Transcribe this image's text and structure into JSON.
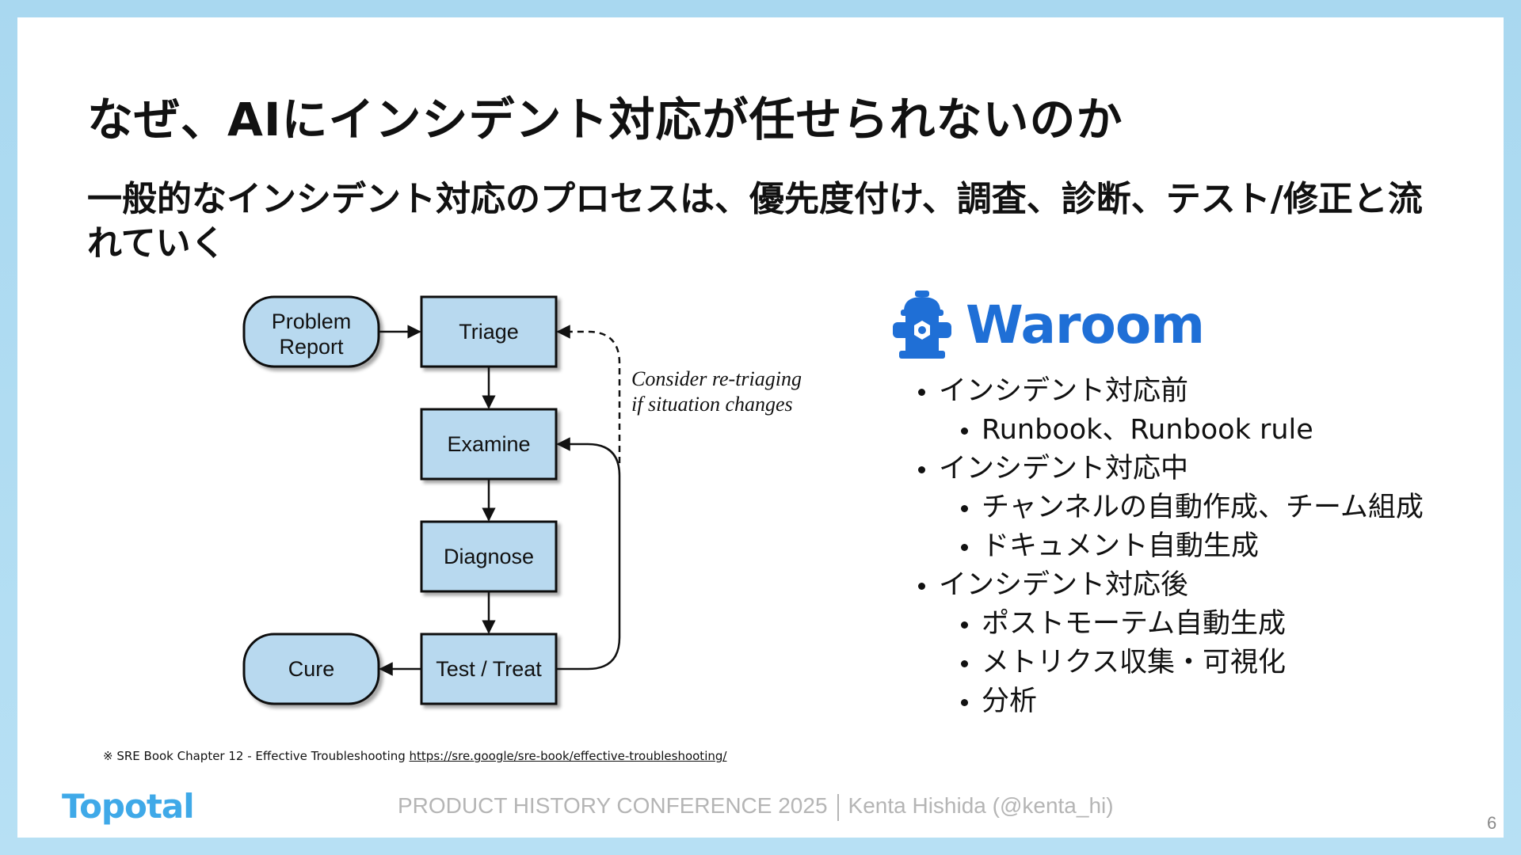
{
  "title": "なぜ、AIにインシデント対応が任せられないのか",
  "subtitle": "一般的なインシデント対応のプロセスは、優先度付け、調査、診断、テスト/修正と流れていく",
  "flowchart": {
    "problem_report_line1": "Problem",
    "problem_report_line2": "Report",
    "triage": "Triage",
    "examine": "Examine",
    "diagnose": "Diagnose",
    "test_treat": "Test / Treat",
    "cure": "Cure",
    "note_line1": "Consider re-triaging",
    "note_line2": "if situation changes"
  },
  "brand": {
    "name": "Waroom",
    "icon": "fire-hydrant-icon",
    "color": "#1f6fd6"
  },
  "features": [
    {
      "level": 1,
      "text": "インシデント対応前"
    },
    {
      "level": 2,
      "text": "Runbook、Runbook rule"
    },
    {
      "level": 1,
      "text": "インシデント対応中"
    },
    {
      "level": 2,
      "text": "チャンネルの自動作成、チーム組成"
    },
    {
      "level": 2,
      "text": "ドキュメント自動生成"
    },
    {
      "level": 1,
      "text": "インシデント対応後"
    },
    {
      "level": 2,
      "text": "ポストモーテム自動生成"
    },
    {
      "level": 2,
      "text": "メトリクス収集・可視化"
    },
    {
      "level": 2,
      "text": "分析"
    }
  ],
  "source": {
    "prefix": "※ SRE Book Chapter 12 - Effective Troubleshooting ",
    "url": "https://sre.google/sre-book/effective-troubleshooting/"
  },
  "footer": {
    "logo": "Topotal",
    "conference": "PRODUCT HISTORY CONFERENCE 2025",
    "speaker": "Kenta Hishida (@kenta_hi)",
    "page": "6"
  }
}
